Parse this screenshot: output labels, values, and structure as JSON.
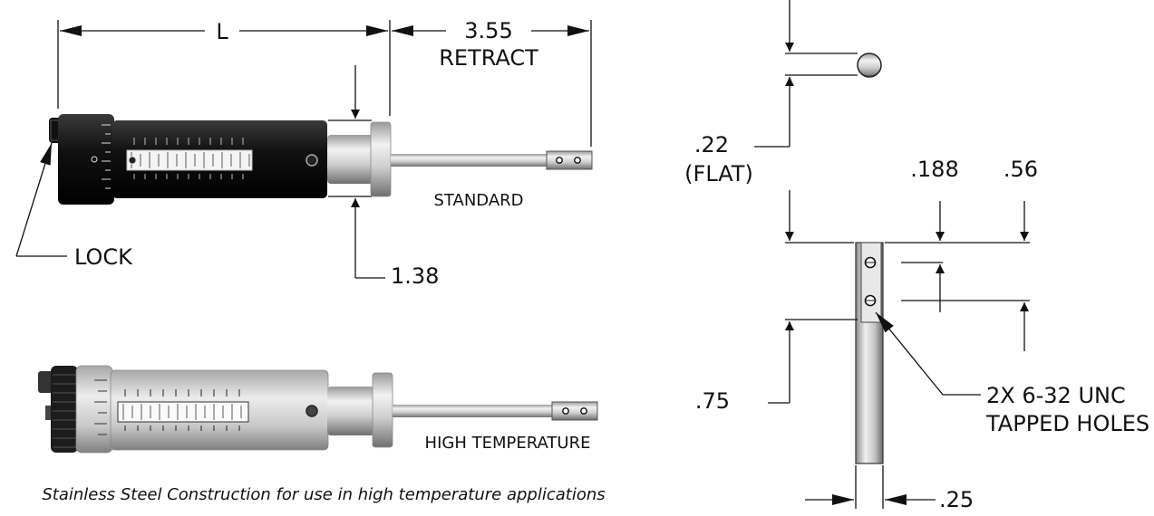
{
  "dimensions": {
    "length": "L",
    "retract_value": "3.55",
    "retract_label": "RETRACT",
    "diameter": "1.38",
    "flat_value": ".22",
    "flat_label": "(FLAT)",
    "hole_spacing": ".188",
    "tip_length": ".56",
    "flat_length": ".75",
    "rod_width": ".25"
  },
  "labels": {
    "lock": "LOCK",
    "standard": "STANDARD",
    "high_temperature": "HIGH TEMPERATURE",
    "tapped_holes_line1": "2X 6-32 UNC",
    "tapped_holes_line2": "TAPPED HOLES"
  },
  "caption": "Stainless Steel Construction for use in high temperature applications",
  "colors": {
    "standard_body": "#1a1a1a",
    "high_temp_body": "#c9c9c9",
    "line": "#111111"
  },
  "icons": [
    "arrowhead-icon",
    "tapped-hole-icon",
    "knurled-knob-icon"
  ]
}
